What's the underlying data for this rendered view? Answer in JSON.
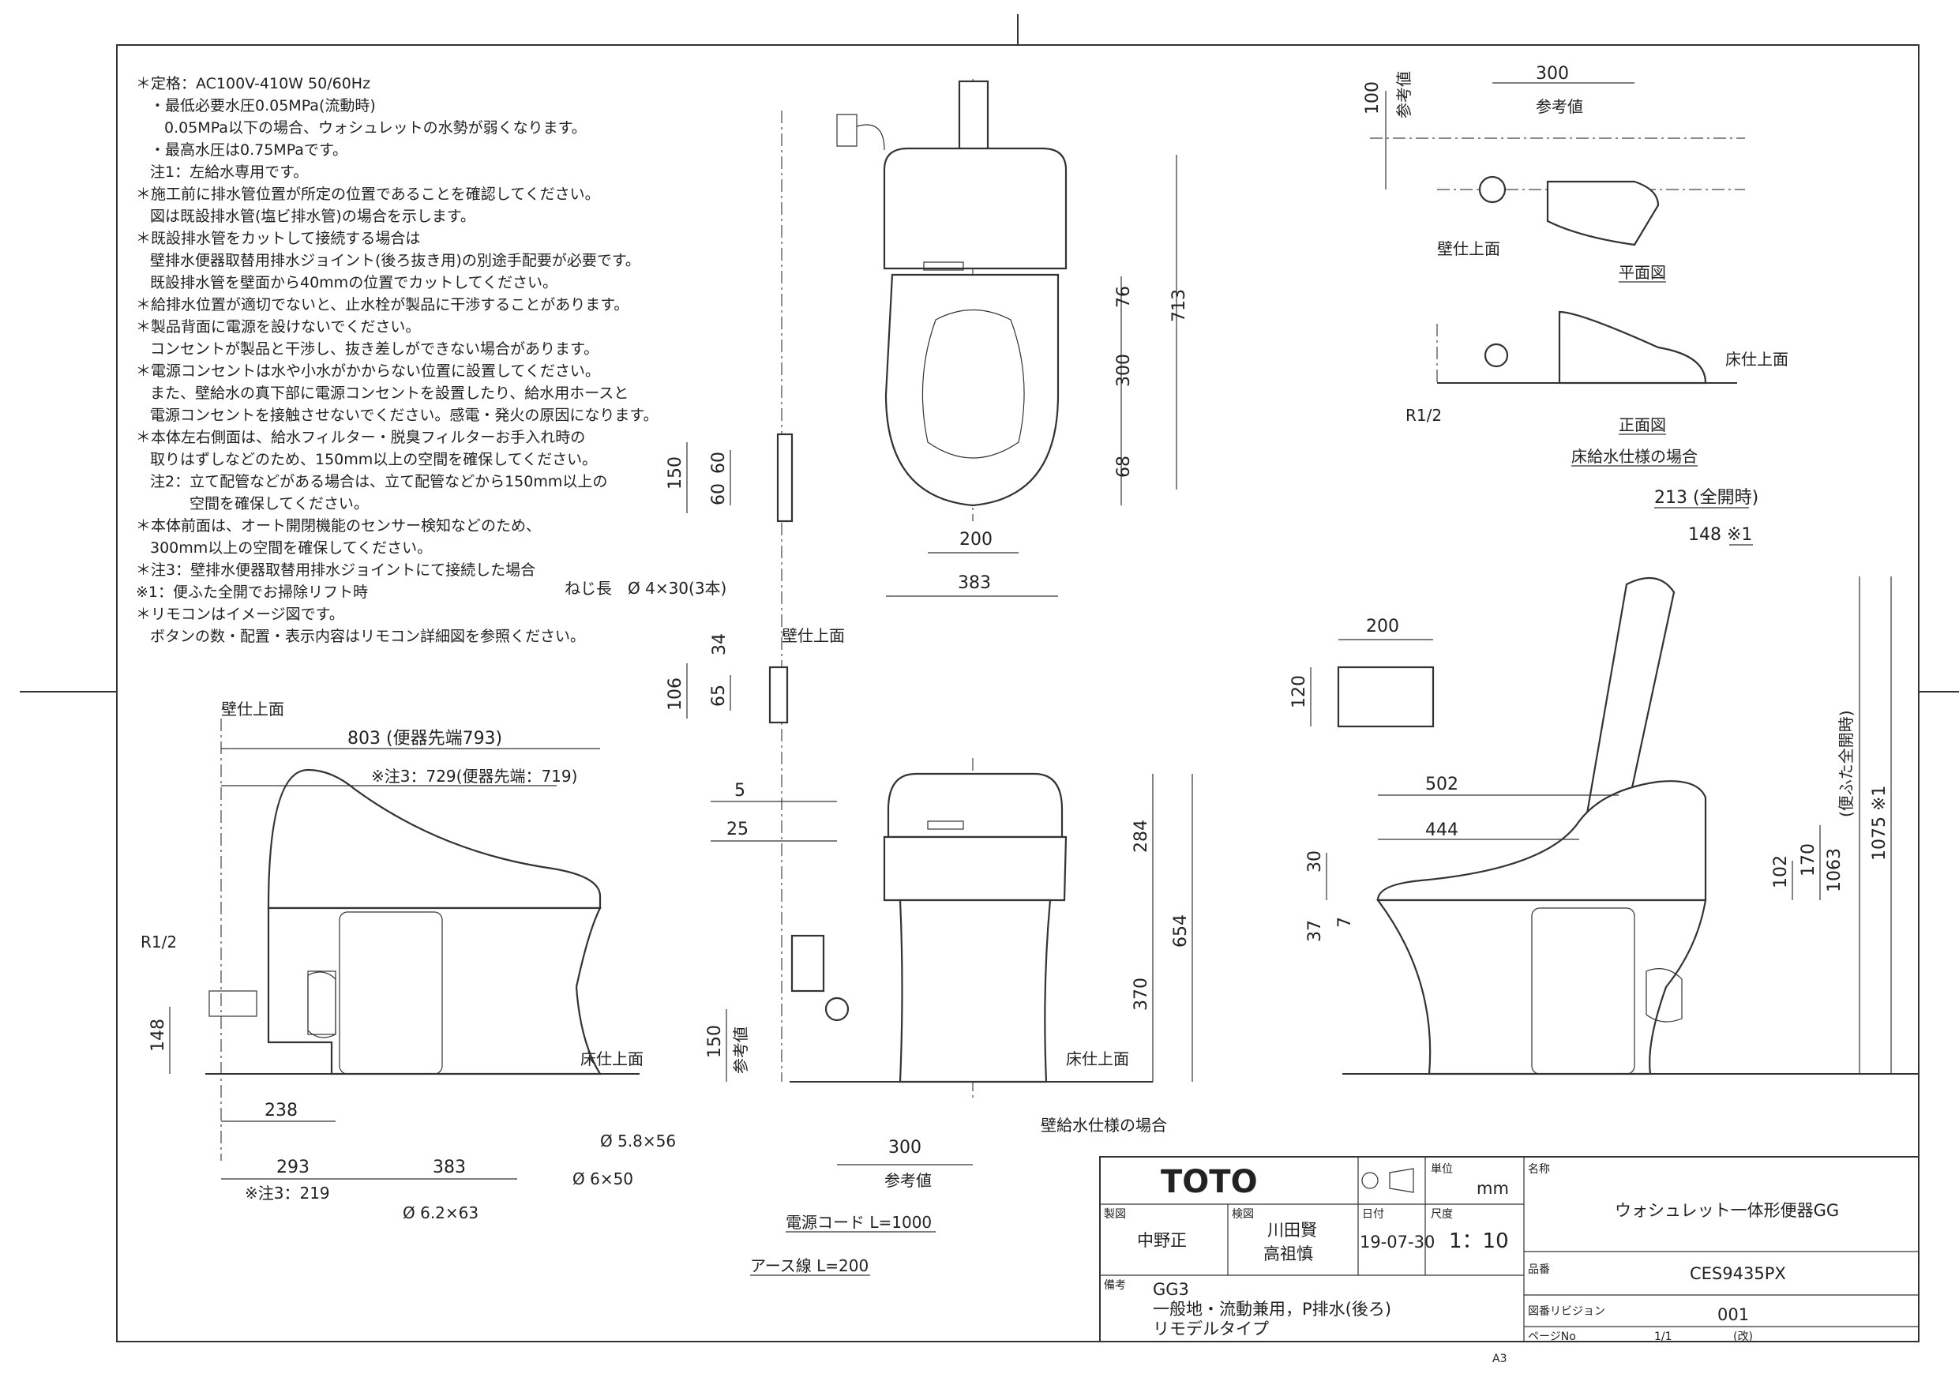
{
  "notes": [
    "＊定格：AC100V-410W 50/60Hz",
    "・最低必要水圧0.05MPa(流動時)",
    "0.05MPa以下の場合、ウォシュレットの水勢が弱くなります。",
    "・最高水圧は0.75MPaです。",
    "注1：左給水専用です。",
    "＊施工前に排水管位置が所定の位置であることを確認してください。",
    "図は既設排水管(塩ビ排水管)の場合を示します。",
    "＊既設排水管をカットして接続する場合は",
    "壁排水便器取替用排水ジョイント(後ろ抜き用)の別途手配要が必要です。",
    "既設排水管を壁面から40mmの位置でカットしてください。",
    "＊給排水位置が適切でないと、止水栓が製品に干渉することがあります。",
    "＊製品背面に電源を設けないでください。",
    "コンセントが製品と干渉し、抜き差しができない場合があります。",
    "＊電源コンセントは水や小水がかからない位置に設置してください。",
    "また、壁給水の真下部に電源コンセントを設置したり、給水用ホースと",
    "電源コンセントを接触させないでください。感電・発火の原因になります。",
    "＊本体左右側面は、給水フィルター・脱臭フィルターお手入れ時の",
    "取りはずしなどのため、150mm以上の空間を確保してください。",
    "注2：立て配管などがある場合は、立て配管などから150mm以上の",
    "空間を確保してください。",
    "＊本体前面は、オート開閉機能のセンサー検知などのため、",
    "300mm以上の空間を確保してください。",
    "＊注3：壁排水便器取替用排水ジョイントにて接続した場合",
    "※1：便ふた全開でお掃除リフト時",
    "＊リモコンはイメージ図です。",
    "ボタンの数・配置・表示内容はリモコン詳細図を参照ください。"
  ],
  "labels": {
    "wall_surface_1": "壁仕上面",
    "wall_surface_2": "壁仕上面",
    "wall_surface_3": "壁仕上面",
    "floor_surface_1": "床仕上面",
    "floor_surface_2": "床仕上面",
    "floor_surface_3": "床仕上面",
    "plan_view": "平面図",
    "front_view": "正面図",
    "floor_supply_case": "床給水仕様の場合",
    "wall_supply_case": "壁給水仕様の場合",
    "reference_value_1": "参考値",
    "reference_value_2": "参考値",
    "reference_value_3": "参考値",
    "reference_value_4": "参考値",
    "screw_length": "ねじ長　Ø 4×30(3本)",
    "r12_side": "R1/2",
    "r12_floor": "R1/2",
    "power_cord": "電源コード L=1000",
    "earth_wire": "アース線 L=200",
    "hole_1": "Ø 5.8×56",
    "hole_2": "Ø 6×50",
    "hole_3": "Ø 6.2×63",
    "lid_full_height": "(便ふた全開時)",
    "lid_full_open": "213 (全開時)",
    "sheet_size": "A3"
  },
  "dims": {
    "top_713": "713",
    "top_76": "76",
    "top_300": "300",
    "top_68": "68",
    "top_200": "200",
    "top_383": "383",
    "remote_150": "150",
    "remote_60a": "60",
    "remote_60b": "60",
    "remote2_34": "34",
    "remote2_106": "106",
    "remote2_65": "65",
    "wall_5": "5",
    "wall_25": "25",
    "side_803": "803 (便器先端793)",
    "side_729": "※注3：729(便器先端：719)",
    "side_148": "148",
    "side_238": "238",
    "side_293": "293",
    "side_383": "383",
    "side_219": "※注3：219",
    "front_284": "284",
    "front_654": "654",
    "front_370": "370",
    "front_150": "150",
    "front_300": "300",
    "plan_300": "300",
    "plan_100": "100",
    "remote_w200": "200",
    "remote_h120": "120",
    "r_148": "148 ※1",
    "r_502": "502",
    "r_444": "444",
    "r_30": "30",
    "r_37": "37",
    "r_7": "7",
    "r_102": "102",
    "r_170": "170",
    "r_1063": "1063",
    "r_1075": "1075 ※1"
  },
  "title_block": {
    "brand": "TOTO",
    "unit_label": "単位",
    "unit": "mm",
    "name_label": "名称",
    "name": "ウォシュレット一体形便器GG",
    "drafter_label": "製図",
    "drafter": "中野正",
    "checker_label": "検図",
    "checker_1": "川田賢",
    "checker_2": "高祖慎",
    "date_label": "日付",
    "date": "19-07-30",
    "scale_label": "尺度",
    "scale": "1：10",
    "product_label": "品番",
    "product": "CES9435PX",
    "remarks_label": "備考",
    "remarks": [
      "GG3",
      "一般地・流動兼用，P排水(後ろ)",
      "リモデルタイプ"
    ],
    "revision_label": "図番リビジョン",
    "revision": "001",
    "page_label": "ページNo",
    "page": "1/1",
    "page_suffix": "(改)"
  }
}
